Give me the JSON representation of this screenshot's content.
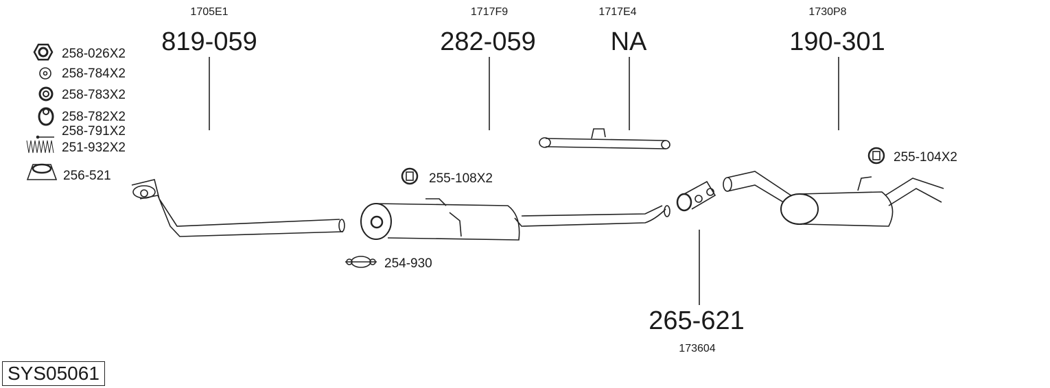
{
  "system_code": "SYS05061",
  "parts": [
    {
      "ref": "1705E1",
      "number": "819-059"
    },
    {
      "ref": "1717F9",
      "number": "282-059"
    },
    {
      "ref": "1717E4",
      "number": "NA"
    },
    {
      "ref": "1730P8",
      "number": "190-301"
    },
    {
      "ref": "173604",
      "number": "265-621"
    }
  ],
  "accessories": [
    {
      "label": "258-026X2",
      "icon": "hex-nut-icon"
    },
    {
      "label": "258-784X2",
      "icon": "washer-icon"
    },
    {
      "label": "258-783X2",
      "icon": "rubber-mount-icon"
    },
    {
      "label": "258-782X2",
      "icon": "rubber-bush-icon"
    },
    {
      "label": "258-791X2",
      "icon": "bolt-icon"
    },
    {
      "label": "251-932X2",
      "icon": "spring-icon"
    },
    {
      "label": "256-521",
      "icon": "sealing-ring-icon"
    },
    {
      "label": "255-108X2",
      "icon": "rubber-hanger-icon"
    },
    {
      "label": "254-930",
      "icon": "clamp-icon"
    },
    {
      "label": "255-104X2",
      "icon": "rubber-hanger-icon"
    }
  ]
}
